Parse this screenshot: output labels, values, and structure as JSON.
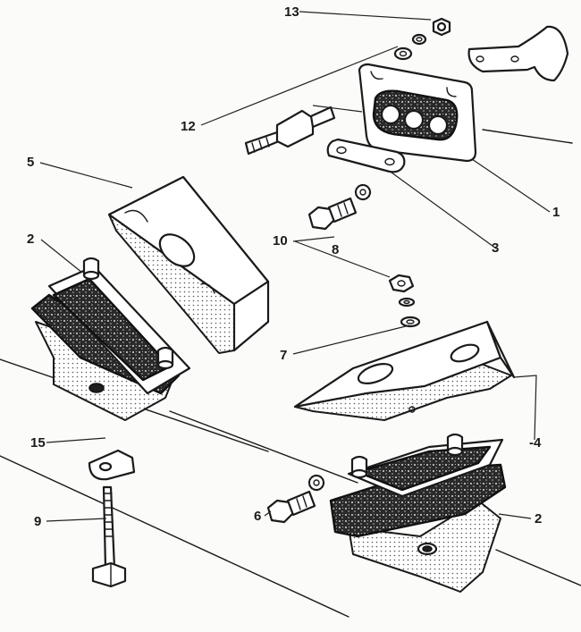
{
  "callouts": {
    "c1": "1",
    "c2_left": "2",
    "c2_right": "2",
    "c3": "3",
    "c4": "-4",
    "c5": "5",
    "c6": "6",
    "c7": "7",
    "c8": "8",
    "c9": "9",
    "c10": "10",
    "c12": "12",
    "c13": "13",
    "c15": "15"
  },
  "colors": {
    "ink": "#1a1a1a",
    "paper": "#fbfbf9"
  }
}
